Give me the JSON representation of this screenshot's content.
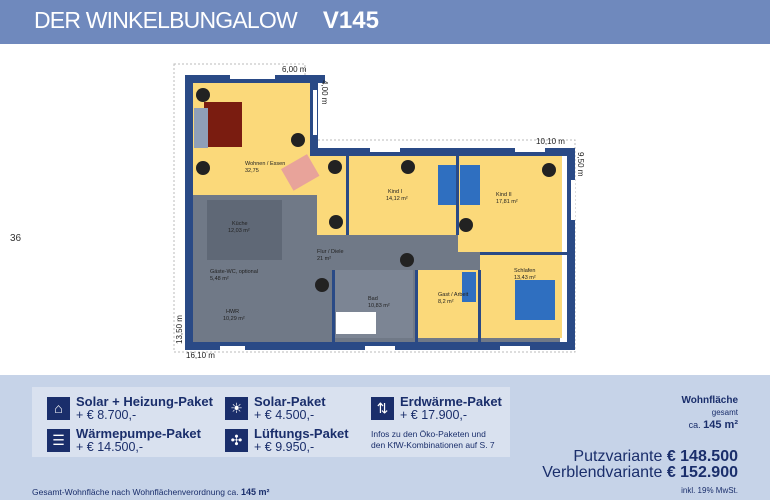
{
  "header": {
    "title": "DER WINKELBUNGALOW",
    "model": "V145"
  },
  "page_number": "36",
  "plan": {
    "dimensions": {
      "top": "6,00 m",
      "top_right_vertical": "4,00 m",
      "right": "10,10 m",
      "right_vertical": "9,50 m",
      "left_vertical": "13,50 m",
      "bottom": "16,10 m"
    },
    "rooms": [
      {
        "name": "Wohnen / Essen",
        "area": "32,75"
      },
      {
        "name": "Kind I",
        "area": "14,12 m²"
      },
      {
        "name": "Kind II",
        "area": "17,81 m²"
      },
      {
        "name": "Küche",
        "area": "12,03 m²"
      },
      {
        "name": "Flur / Diele",
        "area": "21 m²"
      },
      {
        "name": "Gäste-WC, optional",
        "area": "5,48 m²"
      },
      {
        "name": "HWR",
        "area": "10,29 m²"
      },
      {
        "name": "Bad",
        "area": "10,83 m²"
      },
      {
        "name": "Gast / Arbeit",
        "area": "8,2 m²"
      },
      {
        "name": "Schlafen",
        "area": "13,43 m²"
      }
    ]
  },
  "packages": [
    {
      "name": "Solar + Heizung-Paket",
      "price": "+ € 8.700,-",
      "icon": "house-roof-icon"
    },
    {
      "name": "Wärmepumpe-Paket",
      "price": "+ € 14.500,-",
      "icon": "heat-coil-icon"
    },
    {
      "name": "Solar-Paket",
      "price": "+ € 4.500,-",
      "icon": "sun-icon"
    },
    {
      "name": "Lüftungs-Paket",
      "price": "+ € 9.950,-",
      "icon": "fan-icon"
    },
    {
      "name": "Erdwärme-Paket",
      "price": "+ € 17.900,-",
      "icon": "geothermal-icon"
    }
  ],
  "info_text": [
    "Infos zu den Öko-Paketen und",
    "den KfW-Kombinationen auf S. 7"
  ],
  "total_area": {
    "label": "Gesamt-Wohnfläche nach Wohnflächenverordnung ca.",
    "value": "145 m²"
  },
  "wohnflaeche": {
    "heading": "Wohnfläche",
    "sub": "gesamt",
    "prefix": "ca.",
    "value": "145 m²"
  },
  "prices": {
    "putz_label": "Putzvariante",
    "putz_value": "€ 148.500",
    "verblend_label": "Verblendvariante",
    "verblend_value": "€ 152.900",
    "note": "inkl. 19% MwSt."
  },
  "colors": {
    "header": "#6f89bd",
    "wall": "#2a4a86",
    "room": "#fbd97a",
    "tile": "#6d7684",
    "footer": "#c6d3e8"
  }
}
